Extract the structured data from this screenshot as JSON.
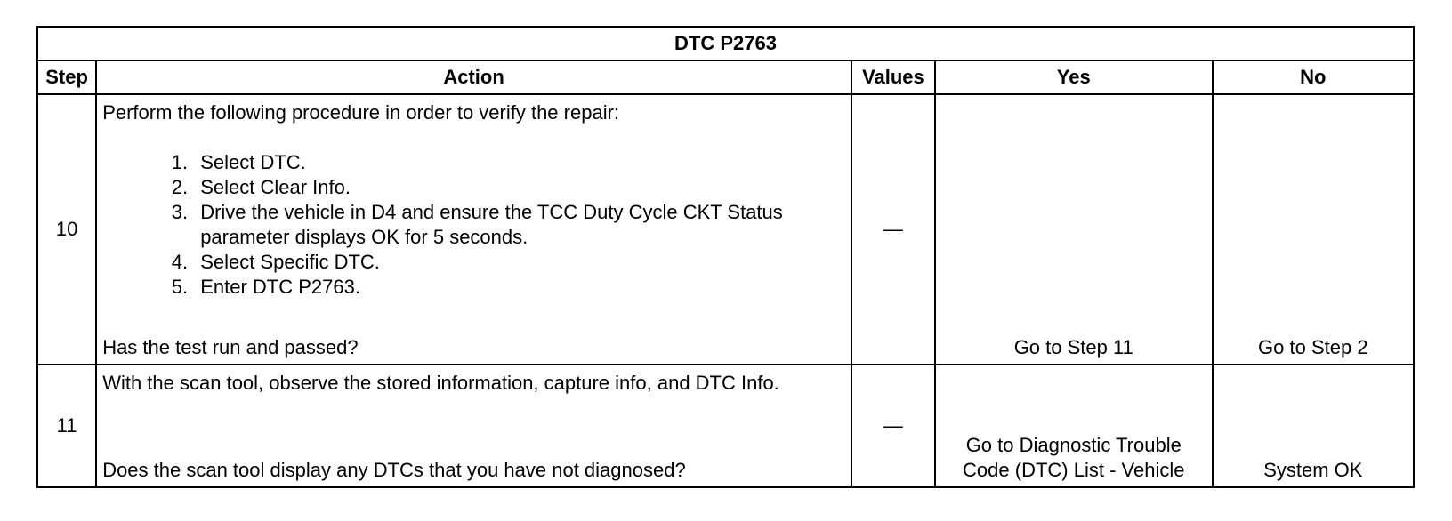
{
  "table": {
    "title": "DTC P2763",
    "headers": {
      "step": "Step",
      "action": "Action",
      "values": "Values",
      "yes": "Yes",
      "no": "No"
    },
    "rows": [
      {
        "step": "10",
        "intro": "Perform the following procedure in order to verify the repair:",
        "steps": [
          "Select DTC.",
          "Select Clear Info.",
          "Drive the vehicle in D4 and ensure the TCC Duty Cycle CKT Status parameter displays OK for 5 seconds.",
          "Select Specific DTC.",
          "Enter DTC P2763."
        ],
        "question": "Has the test run and passed?",
        "values": "—",
        "yes": "Go to Step 11",
        "no": "Go to Step 2"
      },
      {
        "step": "11",
        "intro": "With the scan tool, observe the stored information, capture info, and DTC Info.",
        "question": "Does the scan tool display any DTCs that you have not diagnosed?",
        "values": "—",
        "yes": "Go to Diagnostic Trouble Code (DTC) List - Vehicle",
        "no": "System OK"
      }
    ]
  }
}
